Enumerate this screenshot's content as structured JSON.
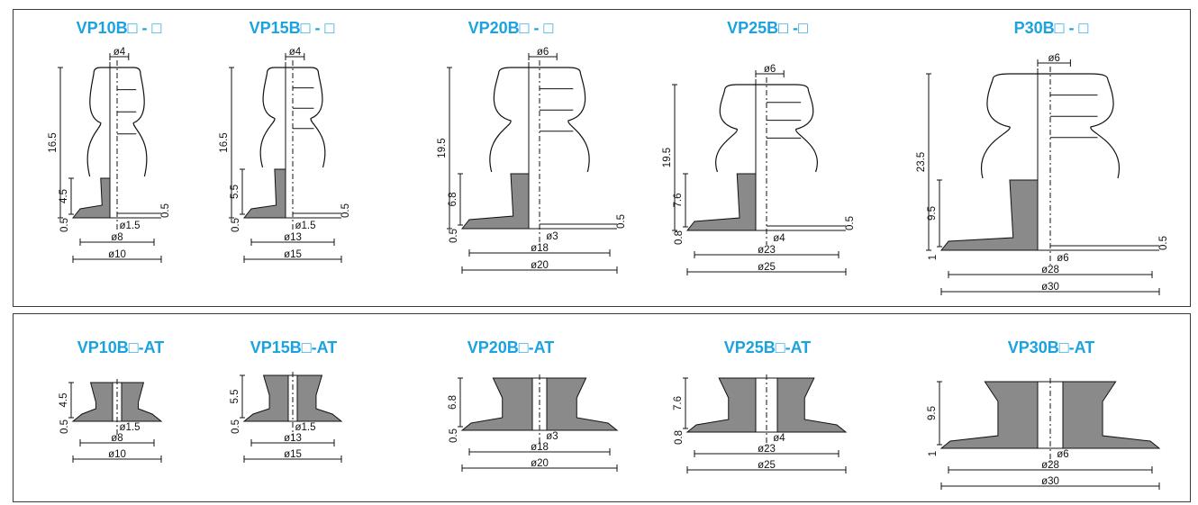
{
  "colors": {
    "title": "#1aa3e0",
    "rubber": "#8a8a8a",
    "line": "#111111",
    "frame": "#3a3a3a"
  },
  "standard": [
    {
      "title": "VP10B□ - □",
      "phi_top": "ø4",
      "height_total": "16.5",
      "height_base": "4.5",
      "lip": "0.5",
      "lip_right": "0.5",
      "bore": "ø1.5",
      "phi_in": "ø8",
      "phi_out": "ø10"
    },
    {
      "title": "VP15B□ - □",
      "phi_top": "ø4",
      "height_total": "16.5",
      "height_base": "5.5",
      "lip": "0.5",
      "lip_right": "0.5",
      "bore": "ø1.5",
      "phi_in": "ø13",
      "phi_out": "ø15"
    },
    {
      "title": "VP20B□ - □",
      "phi_top": "ø6",
      "height_total": "19.5",
      "height_base": "6.8",
      "lip": "0.5",
      "lip_right": "0.5",
      "bore": "ø3",
      "phi_in": "ø18",
      "phi_out": "ø20"
    },
    {
      "title": "VP25B□ -□",
      "phi_top": "ø6",
      "height_total": "19.5",
      "height_base": "7.6",
      "lip": "0.8",
      "lip_right": "0.5",
      "bore": "ø4",
      "phi_in": "ø23",
      "phi_out": "ø25"
    },
    {
      "title": "P30B□ - □",
      "phi_top": "ø6",
      "height_total": "23.5",
      "height_base": "9.5",
      "lip": "1",
      "lip_right": "0.5",
      "bore": "ø6",
      "phi_in": "ø28",
      "phi_out": "ø30"
    }
  ],
  "adapter": [
    {
      "title": "VP10B□-AT",
      "height_base": "4.5",
      "lip": "0.5",
      "bore": "ø1.5",
      "phi_in": "ø8",
      "phi_out": "ø10"
    },
    {
      "title": "VP15B□-AT",
      "height_base": "5.5",
      "lip": "0.5",
      "bore": "ø1.5",
      "phi_in": "ø13",
      "phi_out": "ø15"
    },
    {
      "title": "VP20B□-AT",
      "height_base": "6.8",
      "lip": "0.5",
      "bore": "ø3",
      "phi_in": "ø18",
      "phi_out": "ø20"
    },
    {
      "title": "VP25B□-AT",
      "height_base": "7.6",
      "lip": "0.8",
      "bore": "ø4",
      "phi_in": "ø23",
      "phi_out": "ø25"
    },
    {
      "title": "VP30B□-AT",
      "height_base": "9.5",
      "lip": "1",
      "bore": "ø6",
      "phi_in": "ø28",
      "phi_out": "ø30"
    }
  ]
}
